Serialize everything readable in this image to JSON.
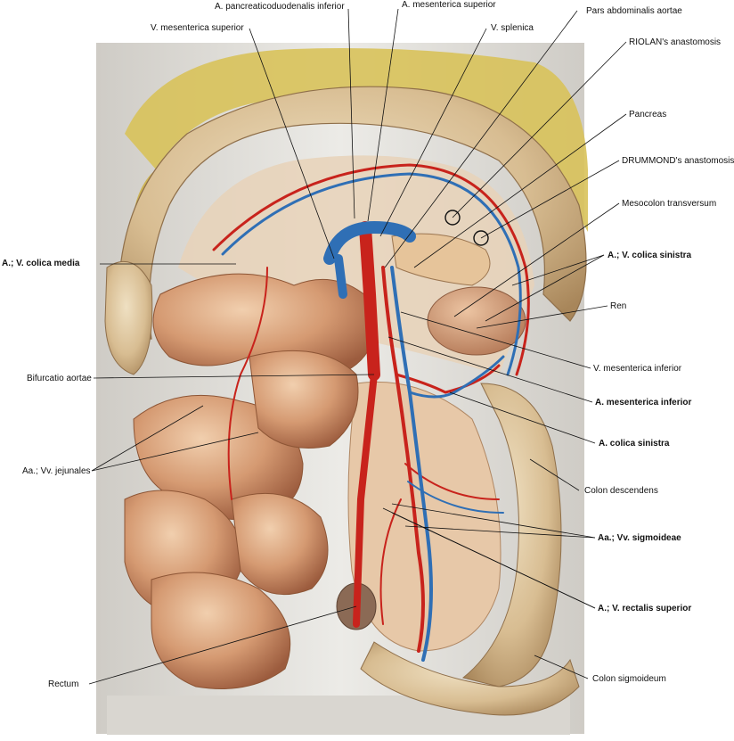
{
  "labels": {
    "pancreaticoduodenalis_inferior": "A. pancreaticoduodenalis inferior",
    "mesenterica_superior_a": "A. mesenterica superior",
    "pars_abdominalis_aortae": "Pars abdominalis aortae",
    "v_mesenterica_superior": "V. mesenterica superior",
    "v_splenica": "V. splenica",
    "riolan": "RIOLAN's anastomosis",
    "pancreas": "Pancreas",
    "drummond": "DRUMMOND's anastomosis",
    "mesocolon_transversum": "Mesocolon transversum",
    "colica_media": "A.; V. colica media",
    "colica_sinistra_av": "A.; V. colica sinistra",
    "ren": "Ren",
    "v_mesenterica_inferior": "V. mesenterica inferior",
    "bifurcatio_aortae": "Bifurcatio aortae",
    "a_mesenterica_inferior": "A. mesenterica inferior",
    "a_colica_sinistra": "A. colica sinistra",
    "jejunales": "Aa.; Vv. jejunales",
    "colon_descendens": "Colon descendens",
    "sigmoideae": "Aa.; Vv. sigmoideae",
    "rectalis_superior": "A.; V. rectalis superior",
    "rectum": "Rectum",
    "colon_sigmoideum": "Colon sigmoideum"
  },
  "colors": {
    "artery": "#c8231c",
    "vein": "#2f6fb5",
    "bowel": "#d9a27a",
    "bowel_dark": "#a96a48",
    "fat": "#d8c25a",
    "drape": "#e4e1dc",
    "kidney": "#c98a6a"
  }
}
